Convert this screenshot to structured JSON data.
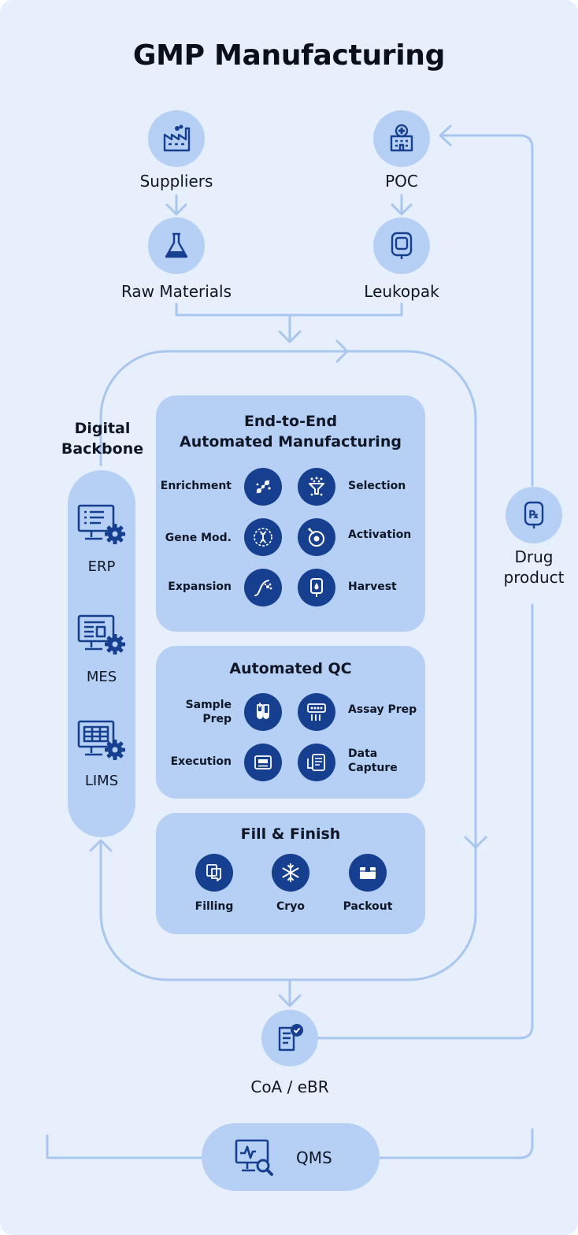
{
  "title": "GMP Manufacturing",
  "sources": {
    "suppliers": {
      "label": "Suppliers",
      "icon": "factory-icon"
    },
    "raw_materials": {
      "label": "Raw Materials",
      "icon": "flask-icon"
    },
    "poc": {
      "label": "POC",
      "icon": "hospital-icon"
    },
    "leukopak": {
      "label": "Leukopak",
      "icon": "blood-bag-icon"
    }
  },
  "digital_backbone": {
    "title_line1": "Digital",
    "title_line2": "Backbone",
    "systems": [
      {
        "label": "ERP",
        "icon": "erp-monitor-gear-icon"
      },
      {
        "label": "MES",
        "icon": "mes-monitor-gear-icon"
      },
      {
        "label": "LIMS",
        "icon": "lims-monitor-gear-icon"
      }
    ]
  },
  "manufacturing": {
    "title_line1": "End-to-End",
    "title_line2": "Automated Manufacturing",
    "steps": [
      {
        "label": "Enrichment",
        "icon": "enrichment-icon"
      },
      {
        "label": "Selection",
        "icon": "selection-funnel-icon"
      },
      {
        "label": "Gene Mod.",
        "icon": "dna-icon"
      },
      {
        "label": "Activation",
        "icon": "activation-cell-icon"
      },
      {
        "label": "Expansion",
        "icon": "expansion-curve-icon"
      },
      {
        "label": "Harvest",
        "icon": "harvest-bag-icon"
      }
    ]
  },
  "qc": {
    "title": "Automated QC",
    "steps": [
      {
        "label_line1": "Sample",
        "label_line2": "Prep",
        "icon": "sample-tubes-icon"
      },
      {
        "label": "Assay Prep",
        "icon": "assay-plate-icon"
      },
      {
        "label": "Execution",
        "icon": "instrument-icon"
      },
      {
        "label_line1": "Data",
        "label_line2": "Capture",
        "icon": "data-capture-icon"
      }
    ]
  },
  "fill_finish": {
    "title": "Fill & Finish",
    "steps": [
      {
        "label": "Filling",
        "icon": "filling-icon"
      },
      {
        "label": "Cryo",
        "icon": "snowflake-icon"
      },
      {
        "label": "Packout",
        "icon": "box-icon"
      }
    ]
  },
  "drug_product": {
    "label_line1": "Drug",
    "label_line2": "product",
    "icon": "rx-bag-icon"
  },
  "coa": {
    "label": "CoA / eBR",
    "icon": "certified-document-icon"
  },
  "qms": {
    "label": "QMS",
    "icon": "monitor-magnifier-icon"
  },
  "colors": {
    "background": "#e6effb",
    "node": "#b6d0f5",
    "icon_dark": "#173f8f",
    "connector": "#a9c6ef"
  }
}
